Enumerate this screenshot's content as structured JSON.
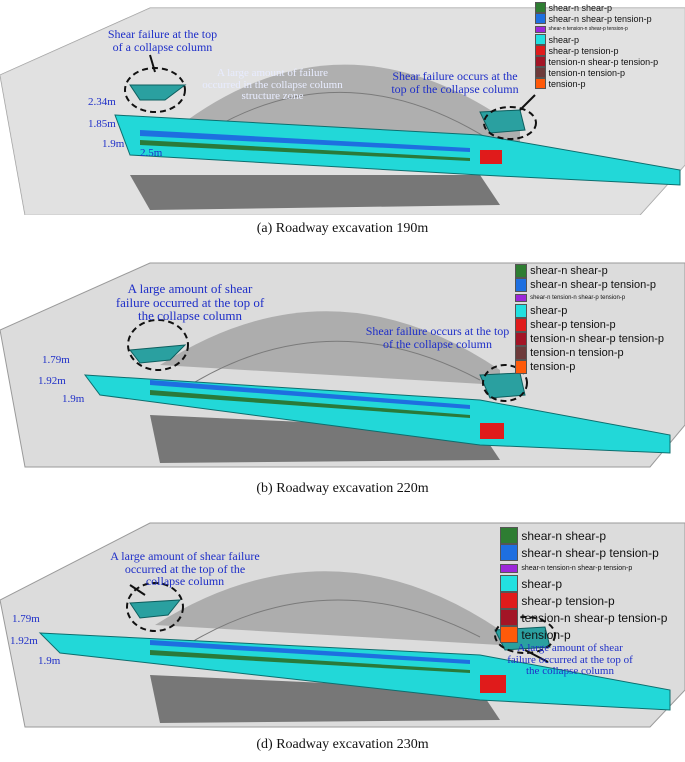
{
  "legend": {
    "items": [
      {
        "label": "shear-n shear-p",
        "color": "#2e7d32"
      },
      {
        "label": "shear-n shear-p tension-p",
        "color": "#1e6fe0"
      },
      {
        "label": "shear-n tension-n shear-p tension-p",
        "color": "#9c27d9"
      },
      {
        "label": "shear-p",
        "color": "#22e0e0"
      },
      {
        "label": "shear-p tension-p",
        "color": "#e01b1b"
      },
      {
        "label": "tension-n shear-p tension-p",
        "color": "#a31526"
      },
      {
        "label": "tension-n tension-p",
        "color": "#6d3a3a"
      },
      {
        "label": "tension-p",
        "color": "#ff5a0a"
      }
    ]
  },
  "panels": [
    {
      "caption": "(a) Roadway excavation  190m",
      "annotations": {
        "a1": "Shear failure at the top of a collapse column",
        "a2": "A large amount of failure occurred in the collapse column structure zone",
        "a3": "Shear failure occurs at the top of the collapse column"
      },
      "dims": {
        "d1": "2.34m",
        "d2": "1.85m",
        "d3": "1.9m",
        "d4": "2.5m"
      }
    },
    {
      "caption": "(b) Roadway excavation  220m",
      "annotations": {
        "a1": "A large amount of shear failure occurred at the top of the collapse column",
        "a2": "Shear failure occurs at the top of the collapse column"
      },
      "dims": {
        "d1": "1.79m",
        "d2": "1.92m",
        "d3": "1.9m"
      }
    },
    {
      "caption": "(d) Roadway excavation  230m",
      "annotations": {
        "a1": "A large amount of shear failure occurred at the top of the collapse column",
        "a2": "A large amount of shear failure occurred at the top of the collapse column"
      },
      "dims": {
        "d1": "1.79m",
        "d2": "1.92m",
        "d3": "1.9m"
      }
    }
  ]
}
